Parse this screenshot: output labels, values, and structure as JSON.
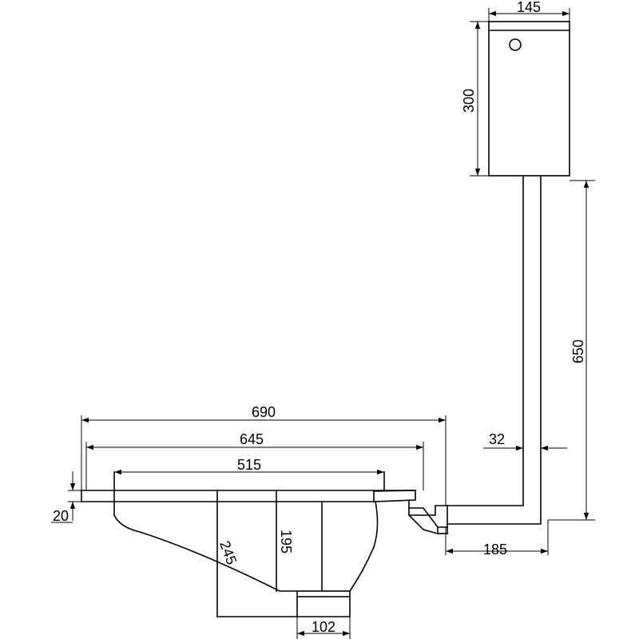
{
  "dimensions": {
    "cistern_width": "145",
    "cistern_height": "300",
    "flush_pipe_height": "650",
    "pipe_diameter": "32",
    "overall_length": "690",
    "rim_length": "645",
    "bowl_length": "515",
    "rim_thickness": "20",
    "outlet_depth_total": "245",
    "outlet_depth_bowl": "195",
    "outlet_width": "102",
    "pipe_offset": "185"
  }
}
